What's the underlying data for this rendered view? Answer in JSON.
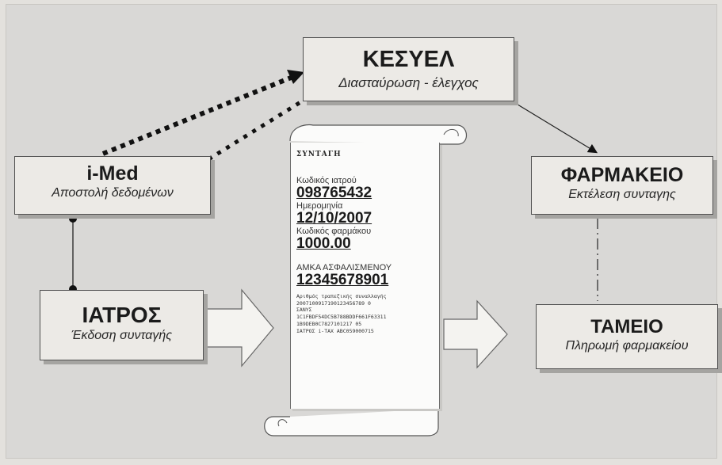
{
  "nodes": {
    "kesyel": {
      "title": "ΚΕΣΥΕΛ",
      "subtitle": "Διασταύρωση - έλεγχος"
    },
    "imed": {
      "title": "i-Med",
      "subtitle": "Αποστολή δεδομένων"
    },
    "farmakeio": {
      "title": "ΦΑΡΜΑΚΕΙΟ",
      "subtitle": "Εκτέλεση συνταγης"
    },
    "iatros": {
      "title": "ΙΑΤΡΟΣ",
      "subtitle": "Έκδοση συνταγής"
    },
    "tameio": {
      "title": "ΤΑΜΕΙΟ",
      "subtitle": "Πληρωμή φαρμακείου"
    }
  },
  "prescription": {
    "title": "ΣΥΝΤΑΓΗ",
    "doctor_code_label": "Κωδικός ιατρού",
    "doctor_code": "098765432",
    "date_label": "Ημερομηνία",
    "date": "12/10/2007",
    "drug_code_label": "Κωδικός φαρμάκου",
    "drug_code": "1000.00",
    "amka_label": "ΑΜΚΑ ΑΣΦΑΛΙΣΜΕΝΟΥ",
    "amka": "12345678901",
    "fine_print": [
      "Αριθμός τραπεζικής συναλλαγής",
      "2007100917190123456789 0",
      "ΣΑΝΥΣ",
      "1C1FBDF54DC5B788BDDF661F63311",
      "1B9DEB0C7827101217 05",
      "ΙΑΤΡΟΣ  i-TAX  ABC059000715"
    ]
  },
  "colors": {
    "background": "#d9d8d6",
    "box_fill": "#eceae6",
    "box_border": "#505050",
    "arrow_dots": "#111111"
  }
}
